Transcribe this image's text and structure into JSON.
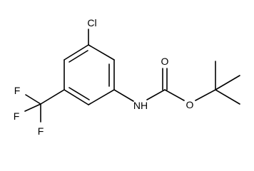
{
  "molecule": {
    "atoms": {
      "cl": "Cl",
      "nh": "NH",
      "o_carbonyl": "O",
      "o_ester": "O",
      "f_top": "F",
      "f_left": "F",
      "f_bottom": "F"
    }
  },
  "colors": {
    "bond": "#000000",
    "label": "#000000",
    "background": "#ffffff"
  }
}
